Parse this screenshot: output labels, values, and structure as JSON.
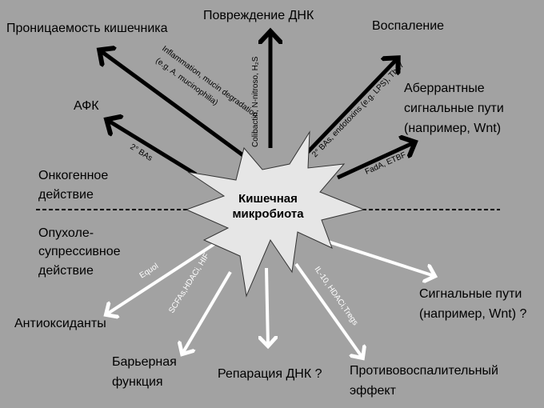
{
  "center": {
    "line1": "Кишечная",
    "line2": "микробиота"
  },
  "sections": {
    "oncogenic": [
      "Онкогенное",
      "действие"
    ],
    "suppressive": [
      "Опухоле-",
      "супрессивное",
      "действие"
    ]
  },
  "oncogenic_effects": [
    {
      "label": [
        "Проницаемость кишечника"
      ],
      "mediator": [
        "Inflammation, mucin degradation",
        "(e.g. A. mucinophilia)"
      ]
    },
    {
      "label": [
        "АФК"
      ],
      "mediator": [
        "2° BAs"
      ]
    },
    {
      "label": [
        "Повреждение ДНК"
      ],
      "mediator": [
        "Colibactin, N-nitroso, H₂S"
      ]
    },
    {
      "label": [
        "Воспаление"
      ],
      "mediator": [
        "2° BAs, endotoxins (e.g. LPS), Th17"
      ]
    },
    {
      "label": [
        "Аберрантные",
        "сигнальные пути",
        "(например, Wnt)"
      ],
      "mediator": [
        "FadA, ETBF"
      ]
    }
  ],
  "suppressive_effects": [
    {
      "label": [
        "Антиоксиданты"
      ],
      "mediator": [
        "Equol"
      ]
    },
    {
      "label": [
        "Барьерная",
        "функция"
      ],
      "mediator": [
        "SCFAs,HDACi, HIF"
      ]
    },
    {
      "label": [
        "Репарация ДНК ?"
      ],
      "mediator": [
        ""
      ]
    },
    {
      "label": [
        "Противовоспалительный",
        "эффект"
      ],
      "mediator": [
        "IL-10, HDACi,Tregs"
      ]
    },
    {
      "label": [
        "Сигнальные пути",
        "(например, Wnt) ?"
      ],
      "mediator": [
        ""
      ]
    }
  ],
  "colors": {
    "background": "#a2a2a2",
    "star": "#e6e6e6",
    "oncogenic_arrow": "#000000",
    "suppressive_arrow": "#ffffff"
  }
}
